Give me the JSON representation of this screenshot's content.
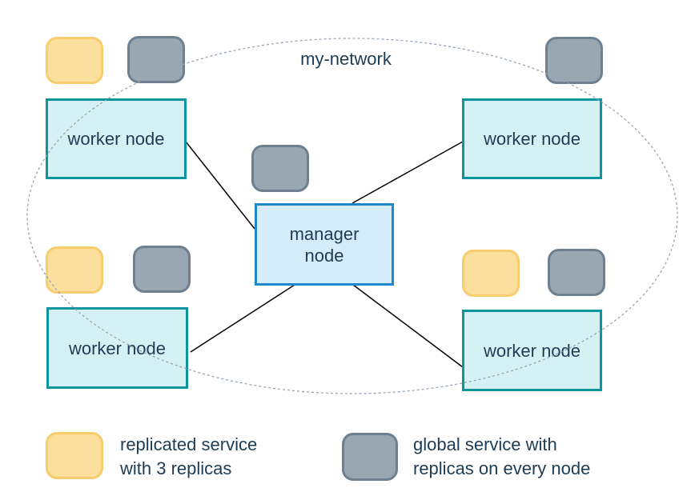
{
  "network": {
    "label": "my-network"
  },
  "nodes": {
    "manager": {
      "label": "manager\nnode"
    },
    "workers": [
      {
        "label": "worker node"
      },
      {
        "label": "worker node"
      },
      {
        "label": "worker node"
      },
      {
        "label": "worker node"
      }
    ]
  },
  "legend": {
    "replicated": {
      "label": "replicated service\nwith 3 replicas"
    },
    "global": {
      "label": "global service with\nreplicas on every node"
    }
  },
  "placements": [
    {
      "node": "worker-top-left",
      "services": [
        "replicated",
        "global"
      ]
    },
    {
      "node": "worker-top-right",
      "services": [
        "global"
      ]
    },
    {
      "node": "manager",
      "services": [
        "global"
      ]
    },
    {
      "node": "worker-bottom-left",
      "services": [
        "replicated",
        "global"
      ]
    },
    {
      "node": "worker-bottom-right",
      "services": [
        "replicated",
        "global"
      ]
    }
  ],
  "colors": {
    "worker_fill": "#d5f1f4",
    "worker_border": "#0e949e",
    "manager_fill": "#d5ecfb",
    "manager_border": "#1e88c9",
    "replicated_fill": "#fbdf9d",
    "replicated_border": "#f8cd6e",
    "global_fill": "#98a7b2",
    "global_border": "#6e8090",
    "network_outline": "#96a5b5",
    "connector": "#000000",
    "text": "#1e3c55"
  }
}
